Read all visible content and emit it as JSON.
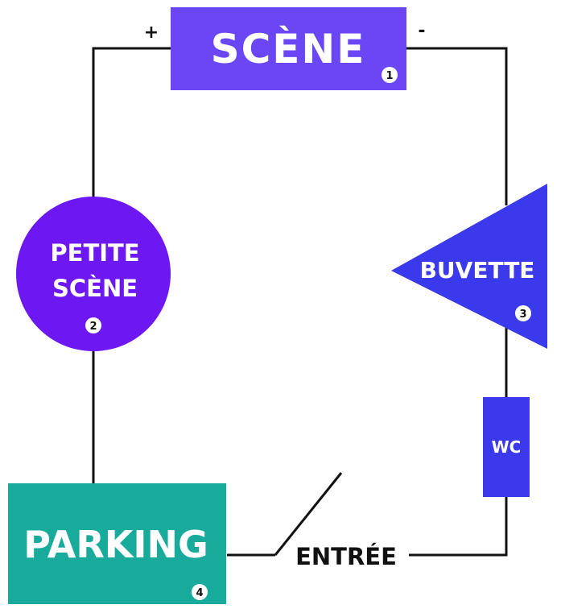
{
  "title": "",
  "diagram": {
    "nodes": {
      "scene": {
        "label": "SCÈNE",
        "number": "1",
        "color": "#6a46f5"
      },
      "petite_scene": {
        "label_line1": "PETITE",
        "label_line2": "SCÈNE",
        "number": "2",
        "color": "#6d17f2"
      },
      "buvette": {
        "label": "BUVETTE",
        "number": "3",
        "color": "#3a39ec"
      },
      "wc": {
        "label": "WC",
        "color": "#3a39ec"
      },
      "parking": {
        "label": "PARKING",
        "number": "4",
        "color": "#18ab9b"
      }
    },
    "markers": {
      "plus": "+",
      "minus": "-"
    },
    "entrance": {
      "label": "ENTRÉE"
    }
  }
}
